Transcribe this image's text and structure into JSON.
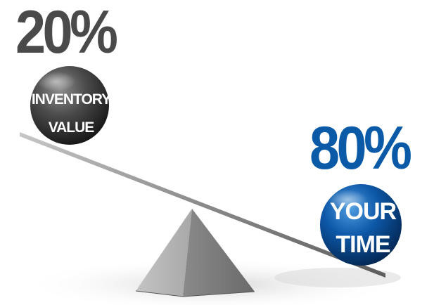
{
  "left_side": {
    "percent": "20%",
    "ball_line1": "INVENTORY",
    "ball_line2": "VALUE"
  },
  "right_side": {
    "percent": "80%",
    "ball_line1": "YOUR",
    "ball_line2": "TIME"
  },
  "colors": {
    "left_percent": "#4a4a4a",
    "right_percent": "#0a5aa8",
    "left_ball": "#3c3c3c",
    "right_ball": "#0d58a8",
    "beam": "#8a8a8a",
    "fulcrum": "#9a9a9a"
  },
  "icons": {
    "fulcrum": "pyramid-fulcrum-icon",
    "left_ball": "dark-sphere-icon",
    "right_ball": "blue-sphere-icon"
  }
}
